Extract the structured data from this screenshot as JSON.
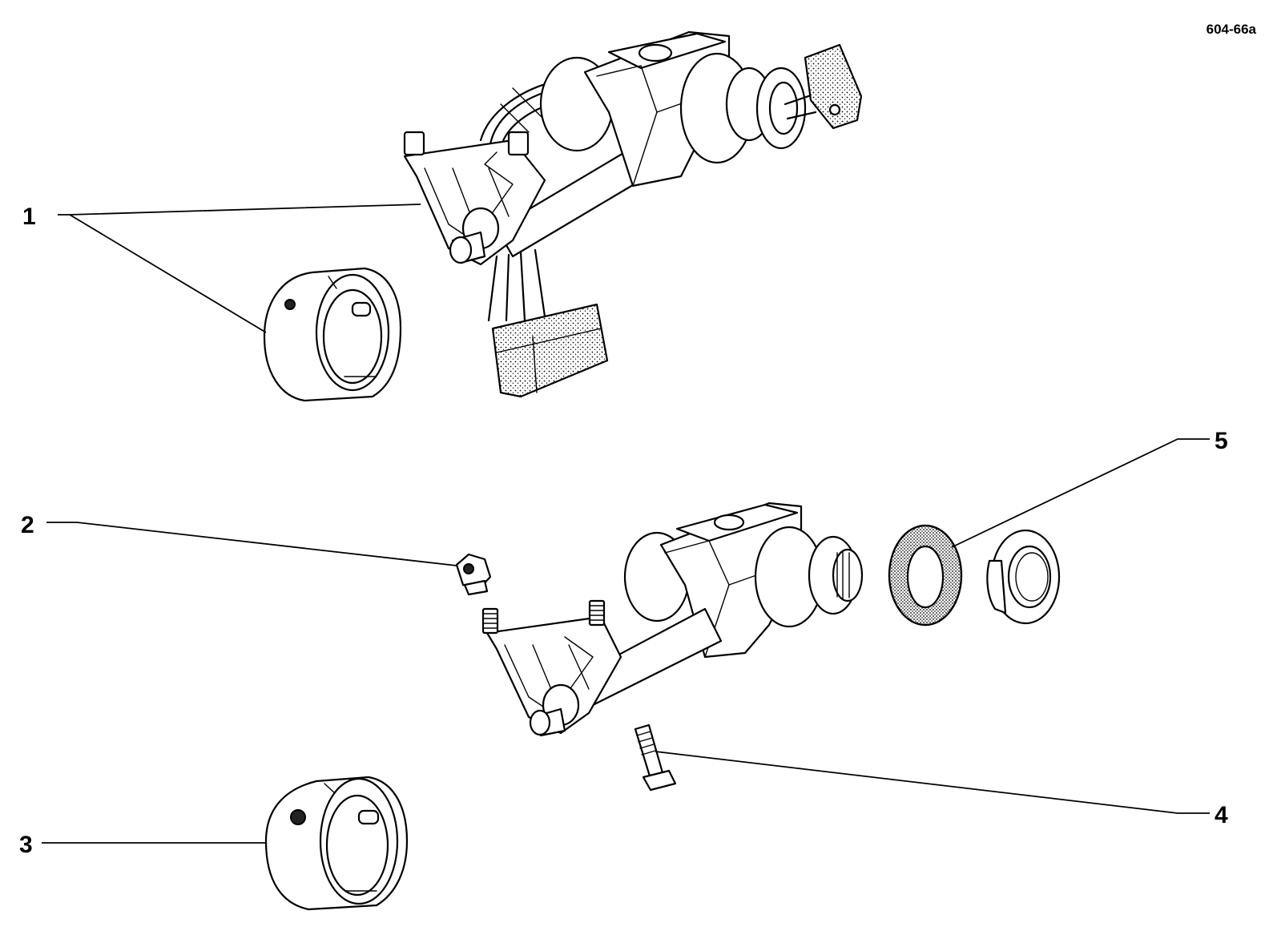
{
  "figure_code": "604-66a",
  "callouts": [
    {
      "id": "1",
      "label": "1"
    },
    {
      "id": "2",
      "label": "2"
    },
    {
      "id": "3",
      "label": "3"
    },
    {
      "id": "4",
      "label": "4"
    },
    {
      "id": "5",
      "label": "5"
    }
  ]
}
